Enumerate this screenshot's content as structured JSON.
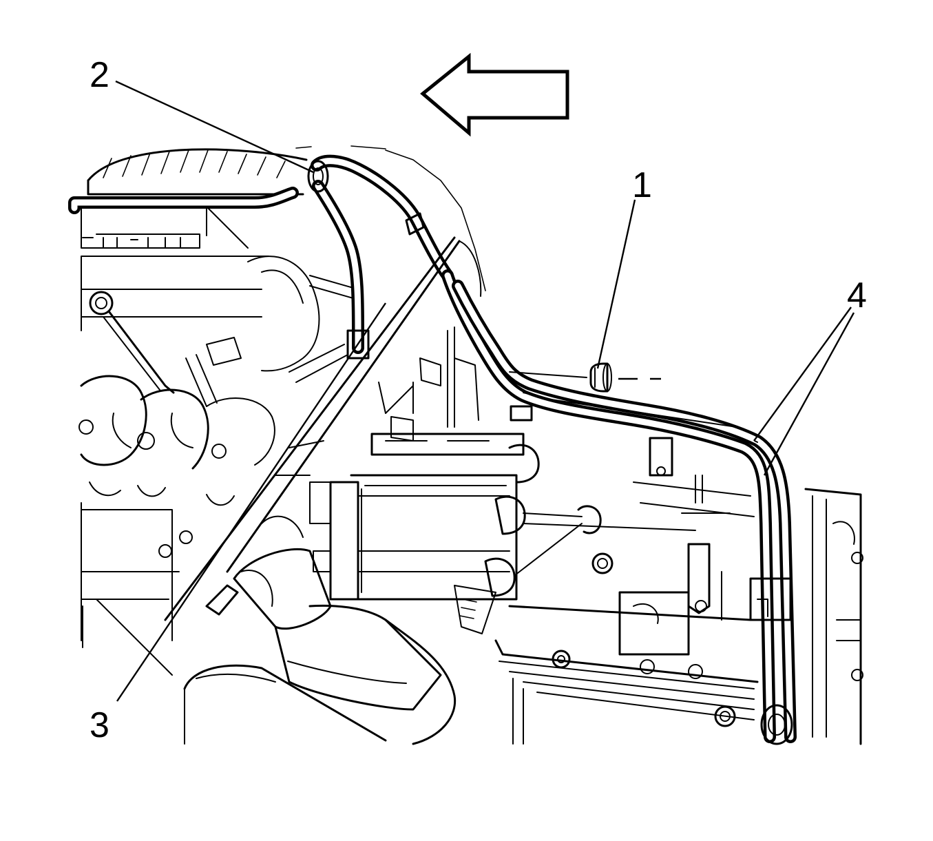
{
  "callouts": [
    {
      "id": "1",
      "label": "1"
    },
    {
      "id": "2",
      "label": "2"
    },
    {
      "id": "3",
      "label": "3"
    },
    {
      "id": "4",
      "label": "4"
    }
  ],
  "direction_arrow": {
    "points": "left"
  },
  "colors": {
    "line": "#000000",
    "background": "#ffffff"
  }
}
